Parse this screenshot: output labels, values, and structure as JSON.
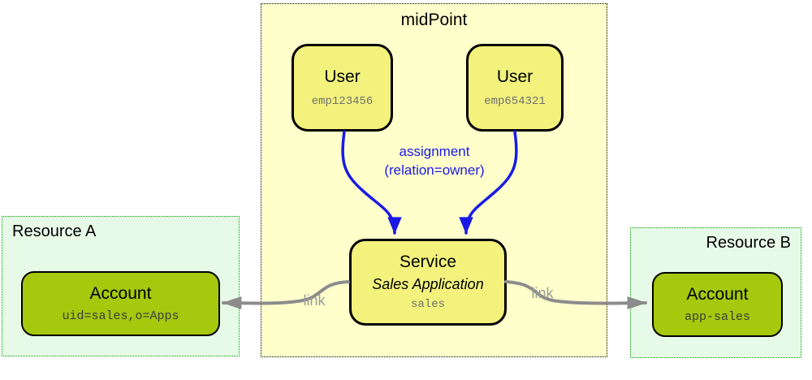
{
  "diagram": {
    "midpoint": {
      "title": "midPoint",
      "users": [
        {
          "type_label": "User",
          "id": "emp123456"
        },
        {
          "type_label": "User",
          "id": "emp654321"
        }
      ],
      "service": {
        "type_label": "Service",
        "display_name": "Sales Application",
        "id": "sales"
      },
      "assignment_label_line1": "assignment",
      "assignment_label_line2": "(relation=owner)"
    },
    "resources": [
      {
        "title": "Resource A",
        "link_label": "link",
        "account": {
          "type_label": "Account",
          "id": "uid=sales,o=Apps"
        }
      },
      {
        "title": "Resource B",
        "link_label": "link",
        "account": {
          "type_label": "Account",
          "id": "app-sales"
        }
      }
    ]
  },
  "colors": {
    "page-bg": "#FFFFFF",
    "midpoint-bg": "#FFFFCC",
    "midpoint-border": "#000000",
    "node-fill": "#F2F27D",
    "node-border": "#000000",
    "account-fill": "#A6C80D",
    "resource-bg": "#E7FAE7",
    "resource-border": "#00A000",
    "heading-text": "#000000",
    "id-text": "#707070",
    "account-id-text": "#3C3C3C",
    "assignment-color": "#1A1AE6",
    "link-arrow": "#8C8C8C",
    "link-label-color": "#9A9A9A"
  }
}
